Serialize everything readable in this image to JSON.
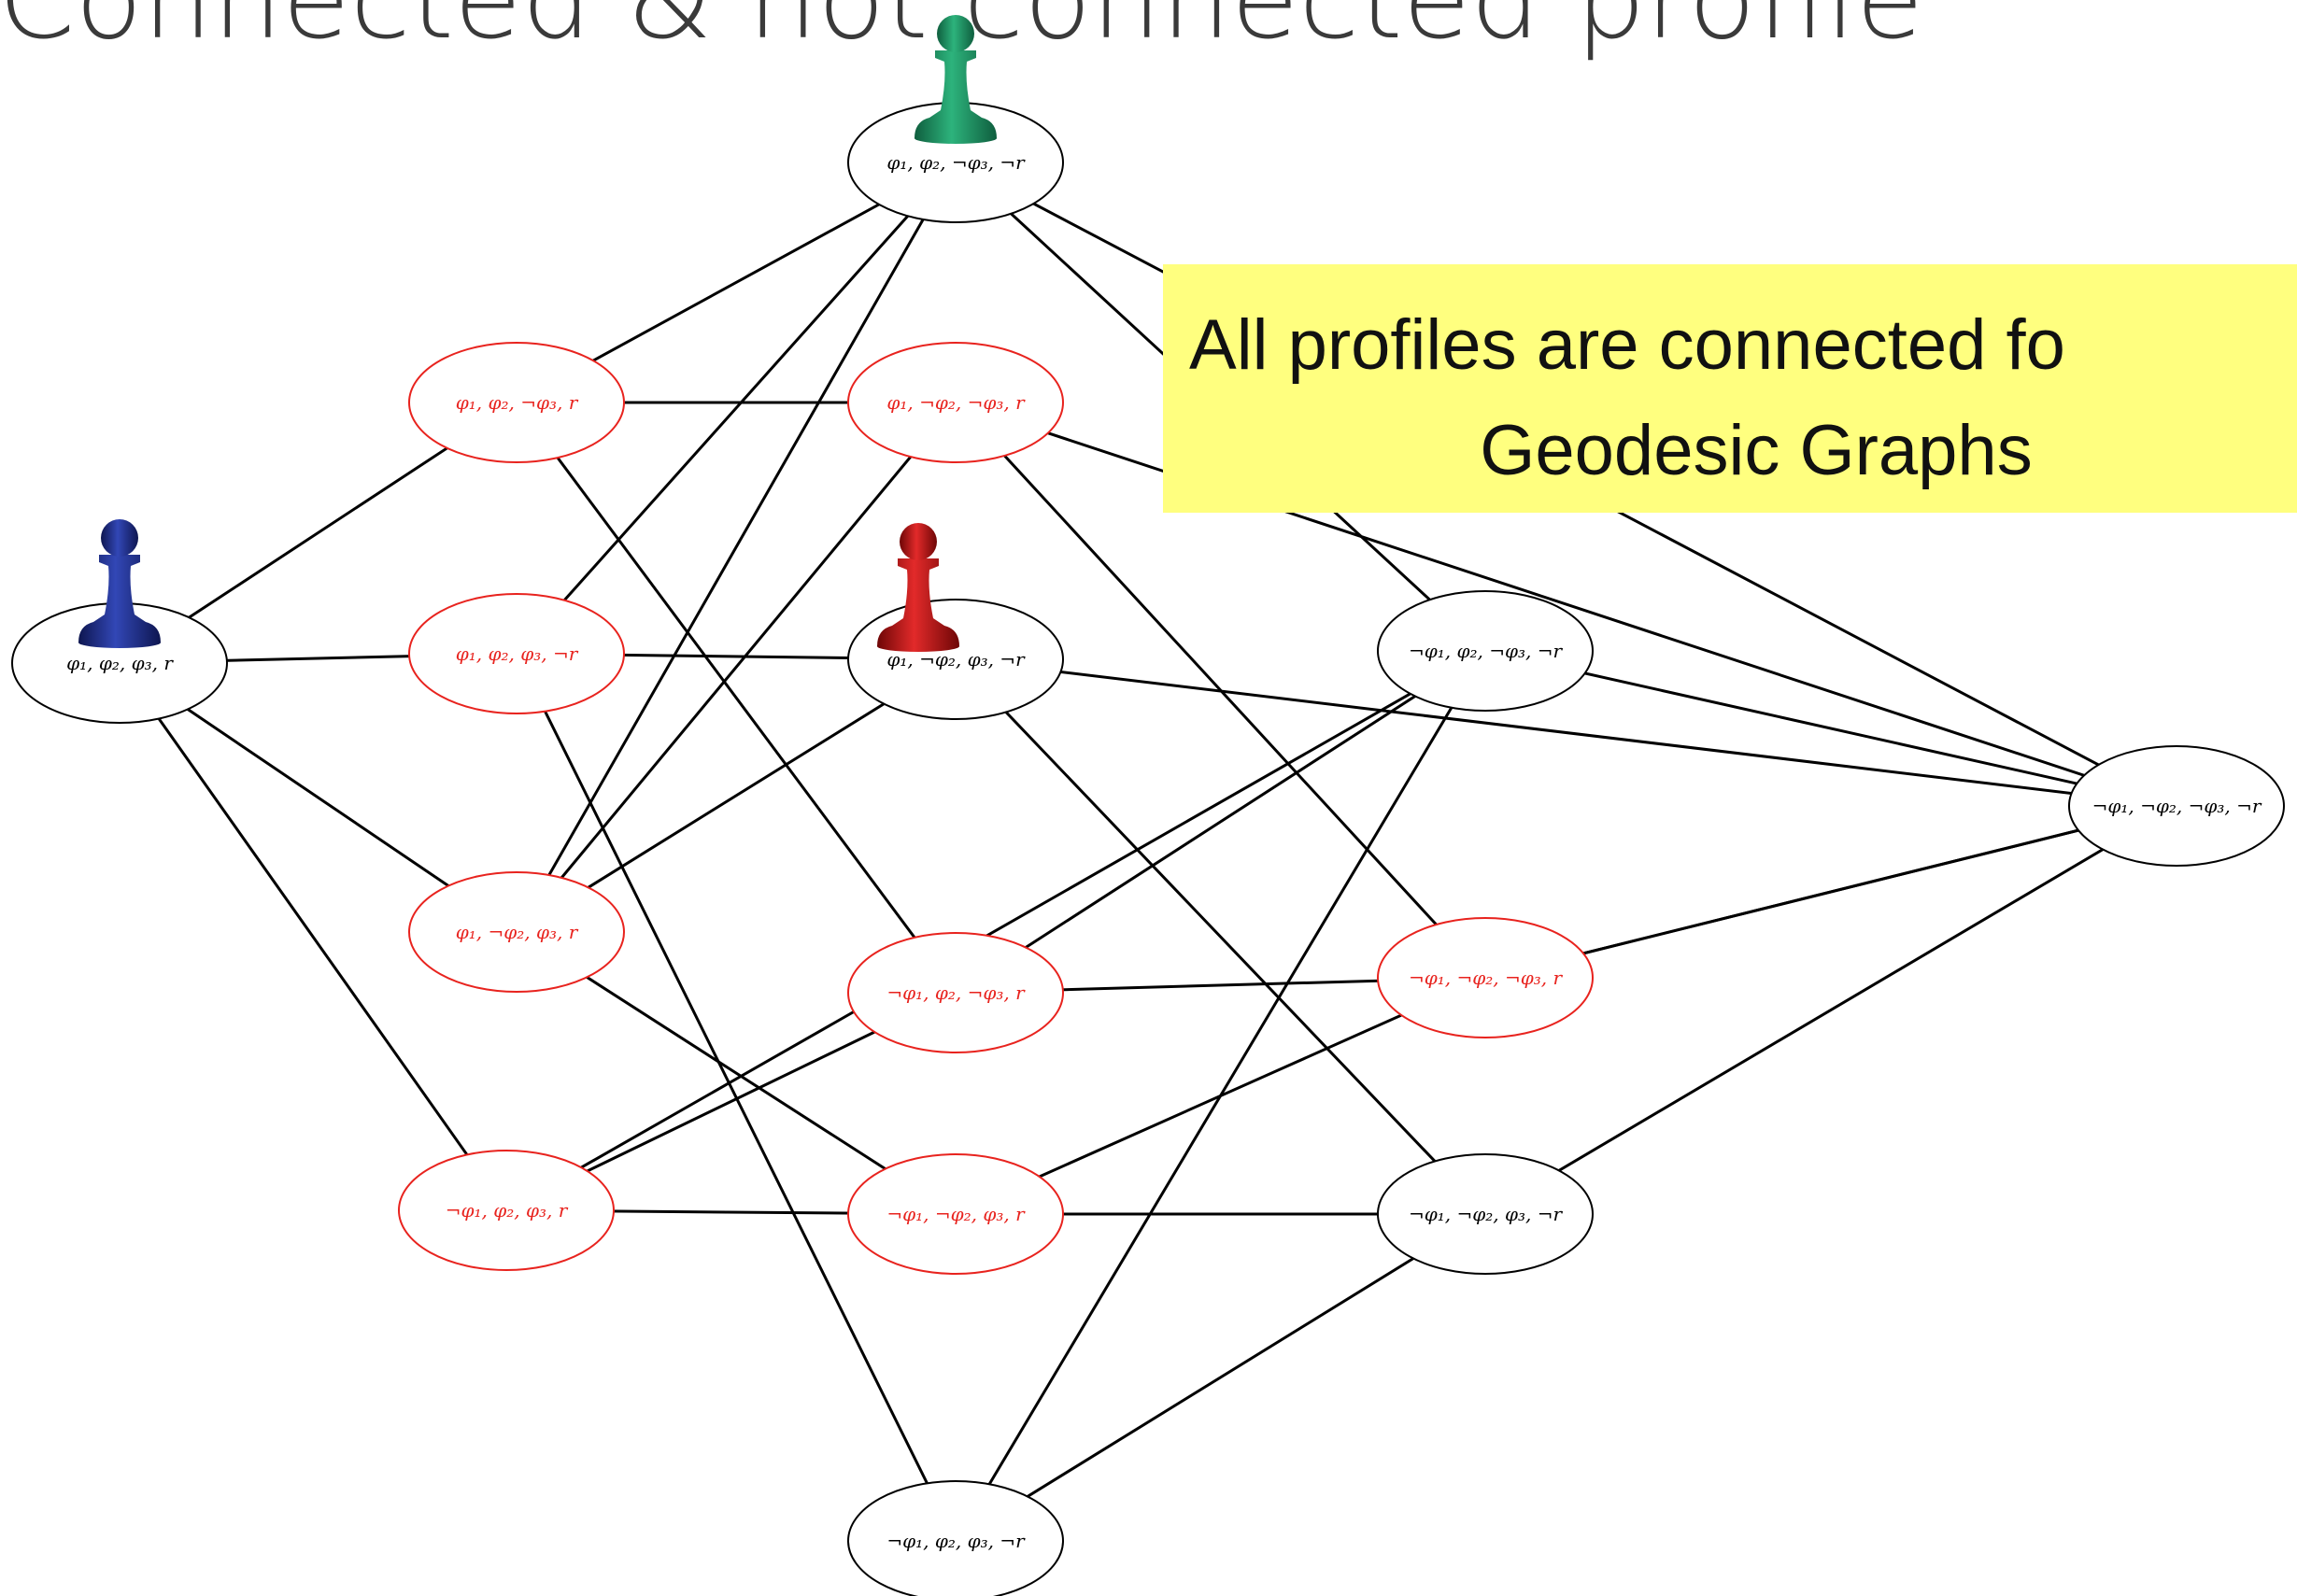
{
  "slide": {
    "title": "Connected & not connected profile"
  },
  "callout": {
    "line1": "All profiles are connected fo",
    "line2": "Geodesic Graphs",
    "fill": "#ffff7f"
  },
  "colors": {
    "highlight_node": "#e8231e",
    "normal_node": "#000000",
    "edge": "#000000",
    "pawn_green": "#1f8a5f",
    "pawn_blue": "#1d2a80",
    "pawn_red": "#c01010"
  },
  "nodes": [
    {
      "id": "n1",
      "label": "φ₁, φ₂, ¬φ₃, ¬r",
      "highlight": false
    },
    {
      "id": "n2",
      "label": "φ₁, φ₂, ¬φ₃, r",
      "highlight": true
    },
    {
      "id": "n3",
      "label": "φ₁, ¬φ₂, ¬φ₃, r",
      "highlight": true
    },
    {
      "id": "n4",
      "label": "φ₁, φ₂, φ₃, r",
      "highlight": false
    },
    {
      "id": "n5",
      "label": "φ₁, φ₂, φ₃, ¬r",
      "highlight": true
    },
    {
      "id": "n6",
      "label": "φ₁, ¬φ₂, φ₃, ¬r",
      "highlight": false
    },
    {
      "id": "n7",
      "label": "¬φ₁, φ₂, ¬φ₃, ¬r",
      "highlight": false
    },
    {
      "id": "n8",
      "label": "¬φ₁, ¬φ₂, ¬φ₃, ¬r",
      "highlight": false
    },
    {
      "id": "n9",
      "label": "φ₁, ¬φ₂, φ₃, r",
      "highlight": true
    },
    {
      "id": "n10",
      "label": "¬φ₁, φ₂, ¬φ₃, r",
      "highlight": true
    },
    {
      "id": "n11",
      "label": "¬φ₁, ¬φ₂, ¬φ₃, r",
      "highlight": true
    },
    {
      "id": "n12",
      "label": "¬φ₁, φ₂, φ₃, r",
      "highlight": true
    },
    {
      "id": "n13",
      "label": "¬φ₁, ¬φ₂, φ₃, r",
      "highlight": true
    },
    {
      "id": "n14",
      "label": "¬φ₁, ¬φ₂, φ₃, ¬r",
      "highlight": false
    },
    {
      "id": "n15",
      "label": "¬φ₁, φ₂, φ₃, ¬r",
      "highlight": false
    }
  ],
  "edges": [
    [
      "n1",
      "n2"
    ],
    [
      "n1",
      "n9"
    ],
    [
      "n1",
      "n7"
    ],
    [
      "n1",
      "n8"
    ],
    [
      "n2",
      "n4"
    ],
    [
      "n2",
      "n3"
    ],
    [
      "n2",
      "n10"
    ],
    [
      "n3",
      "n9"
    ],
    [
      "n3",
      "n11"
    ],
    [
      "n3",
      "n8"
    ],
    [
      "n4",
      "n5"
    ],
    [
      "n4",
      "n9"
    ],
    [
      "n4",
      "n12"
    ],
    [
      "n5",
      "n6"
    ],
    [
      "n5",
      "n1"
    ],
    [
      "n5",
      "n15"
    ],
    [
      "n6",
      "n8"
    ],
    [
      "n6",
      "n9"
    ],
    [
      "n6",
      "n14"
    ],
    [
      "n7",
      "n8"
    ],
    [
      "n7",
      "n12"
    ],
    [
      "n7",
      "n15"
    ],
    [
      "n8",
      "n11"
    ],
    [
      "n8",
      "n14"
    ],
    [
      "n9",
      "n13"
    ],
    [
      "n10",
      "n7"
    ],
    [
      "n10",
      "n11"
    ],
    [
      "n11",
      "n8"
    ],
    [
      "n12",
      "n13"
    ],
    [
      "n12",
      "n10"
    ],
    [
      "n13",
      "n14"
    ],
    [
      "n13",
      "n11"
    ],
    [
      "n14",
      "n15"
    ]
  ],
  "pawns": [
    {
      "id": "green",
      "at": "n1"
    },
    {
      "id": "blue",
      "at": "n4"
    },
    {
      "id": "red",
      "at": "n6"
    }
  ]
}
